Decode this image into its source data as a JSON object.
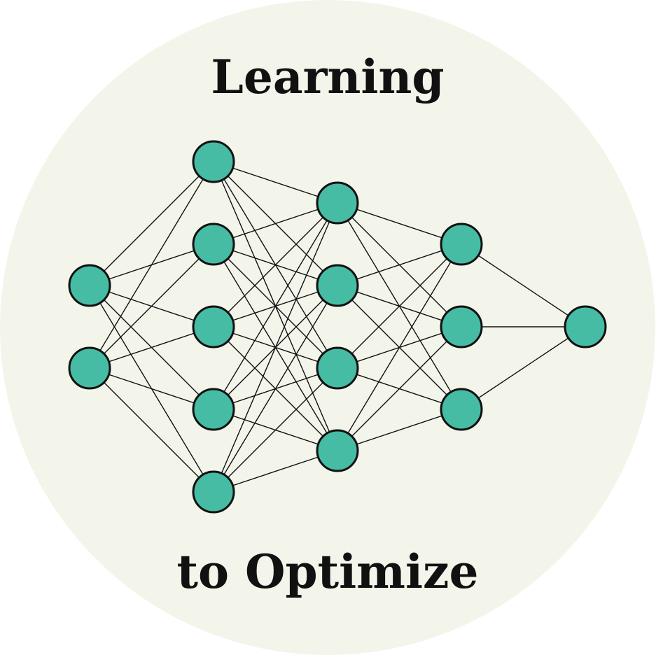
{
  "title_top": "Learning",
  "title_bottom": "to Optimize",
  "colors": {
    "background": "#f3f5eb",
    "node_fill": "#46bca5",
    "stroke": "#111111"
  },
  "network": {
    "layers": [
      2,
      5,
      4,
      3,
      1
    ]
  }
}
